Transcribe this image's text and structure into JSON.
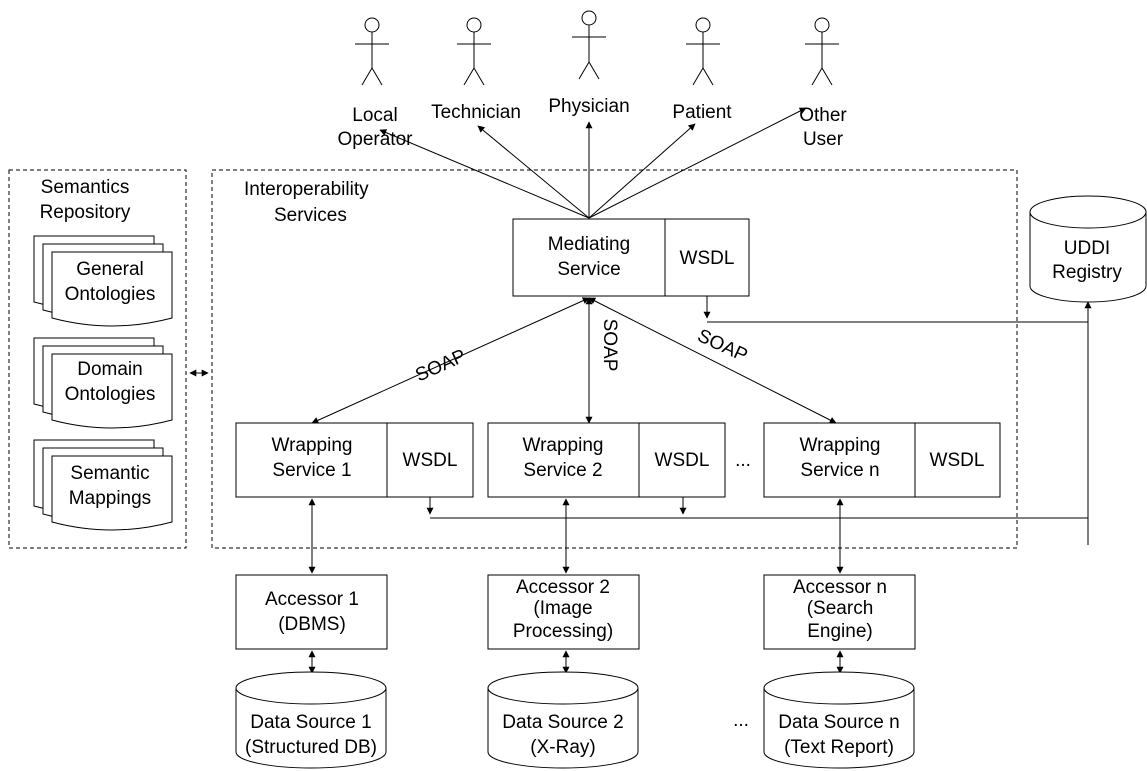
{
  "actors": [
    {
      "line1": "Local",
      "line2": "Operator"
    },
    {
      "line1": "Technician",
      "line2": ""
    },
    {
      "line1": "Physician",
      "line2": ""
    },
    {
      "line1": "Patient",
      "line2": ""
    },
    {
      "line1": "Other",
      "line2": "User"
    }
  ],
  "semantics_repository": {
    "title_line1": "Semantics",
    "title_line2": "Repository",
    "docs": [
      {
        "line1": "General",
        "line2": "Ontologies"
      },
      {
        "line1": "Domain",
        "line2": "Ontologies"
      },
      {
        "line1": "Semantic",
        "line2": "Mappings"
      }
    ]
  },
  "interop": {
    "title_line1": "Interoperability",
    "title_line2": "Services"
  },
  "mediating": {
    "line1": "Mediating",
    "line2": "Service",
    "wsdl": "WSDL"
  },
  "uddi": {
    "line1": "UDDI",
    "line2": "Registry"
  },
  "soap": [
    "SOAP",
    "SOAP",
    "SOAP"
  ],
  "wrappers": [
    {
      "line1": "Wrapping",
      "line2": "Service 1",
      "wsdl": "WSDL"
    },
    {
      "line1": "Wrapping",
      "line2": "Service 2",
      "wsdl": "WSDL"
    },
    {
      "line1": "Wrapping",
      "line2": "Service n",
      "wsdl": "WSDL"
    }
  ],
  "accessors": [
    {
      "line1": "Accessor 1",
      "line2": "(DBMS)",
      "line3": ""
    },
    {
      "line1": "Accessor 2",
      "line2": "(Image",
      "line3": "Processing)"
    },
    {
      "line1": "Accessor n",
      "line2": "(Search",
      "line3": "Engine)"
    }
  ],
  "data_sources": [
    {
      "line1": "Data Source 1",
      "line2": "(Structured DB)"
    },
    {
      "line1": "Data Source 2",
      "line2": "(X-Ray)"
    },
    {
      "line1": "Data Source n",
      "line2": "(Text Report)"
    }
  ],
  "ellipsis": [
    "...",
    "..."
  ]
}
